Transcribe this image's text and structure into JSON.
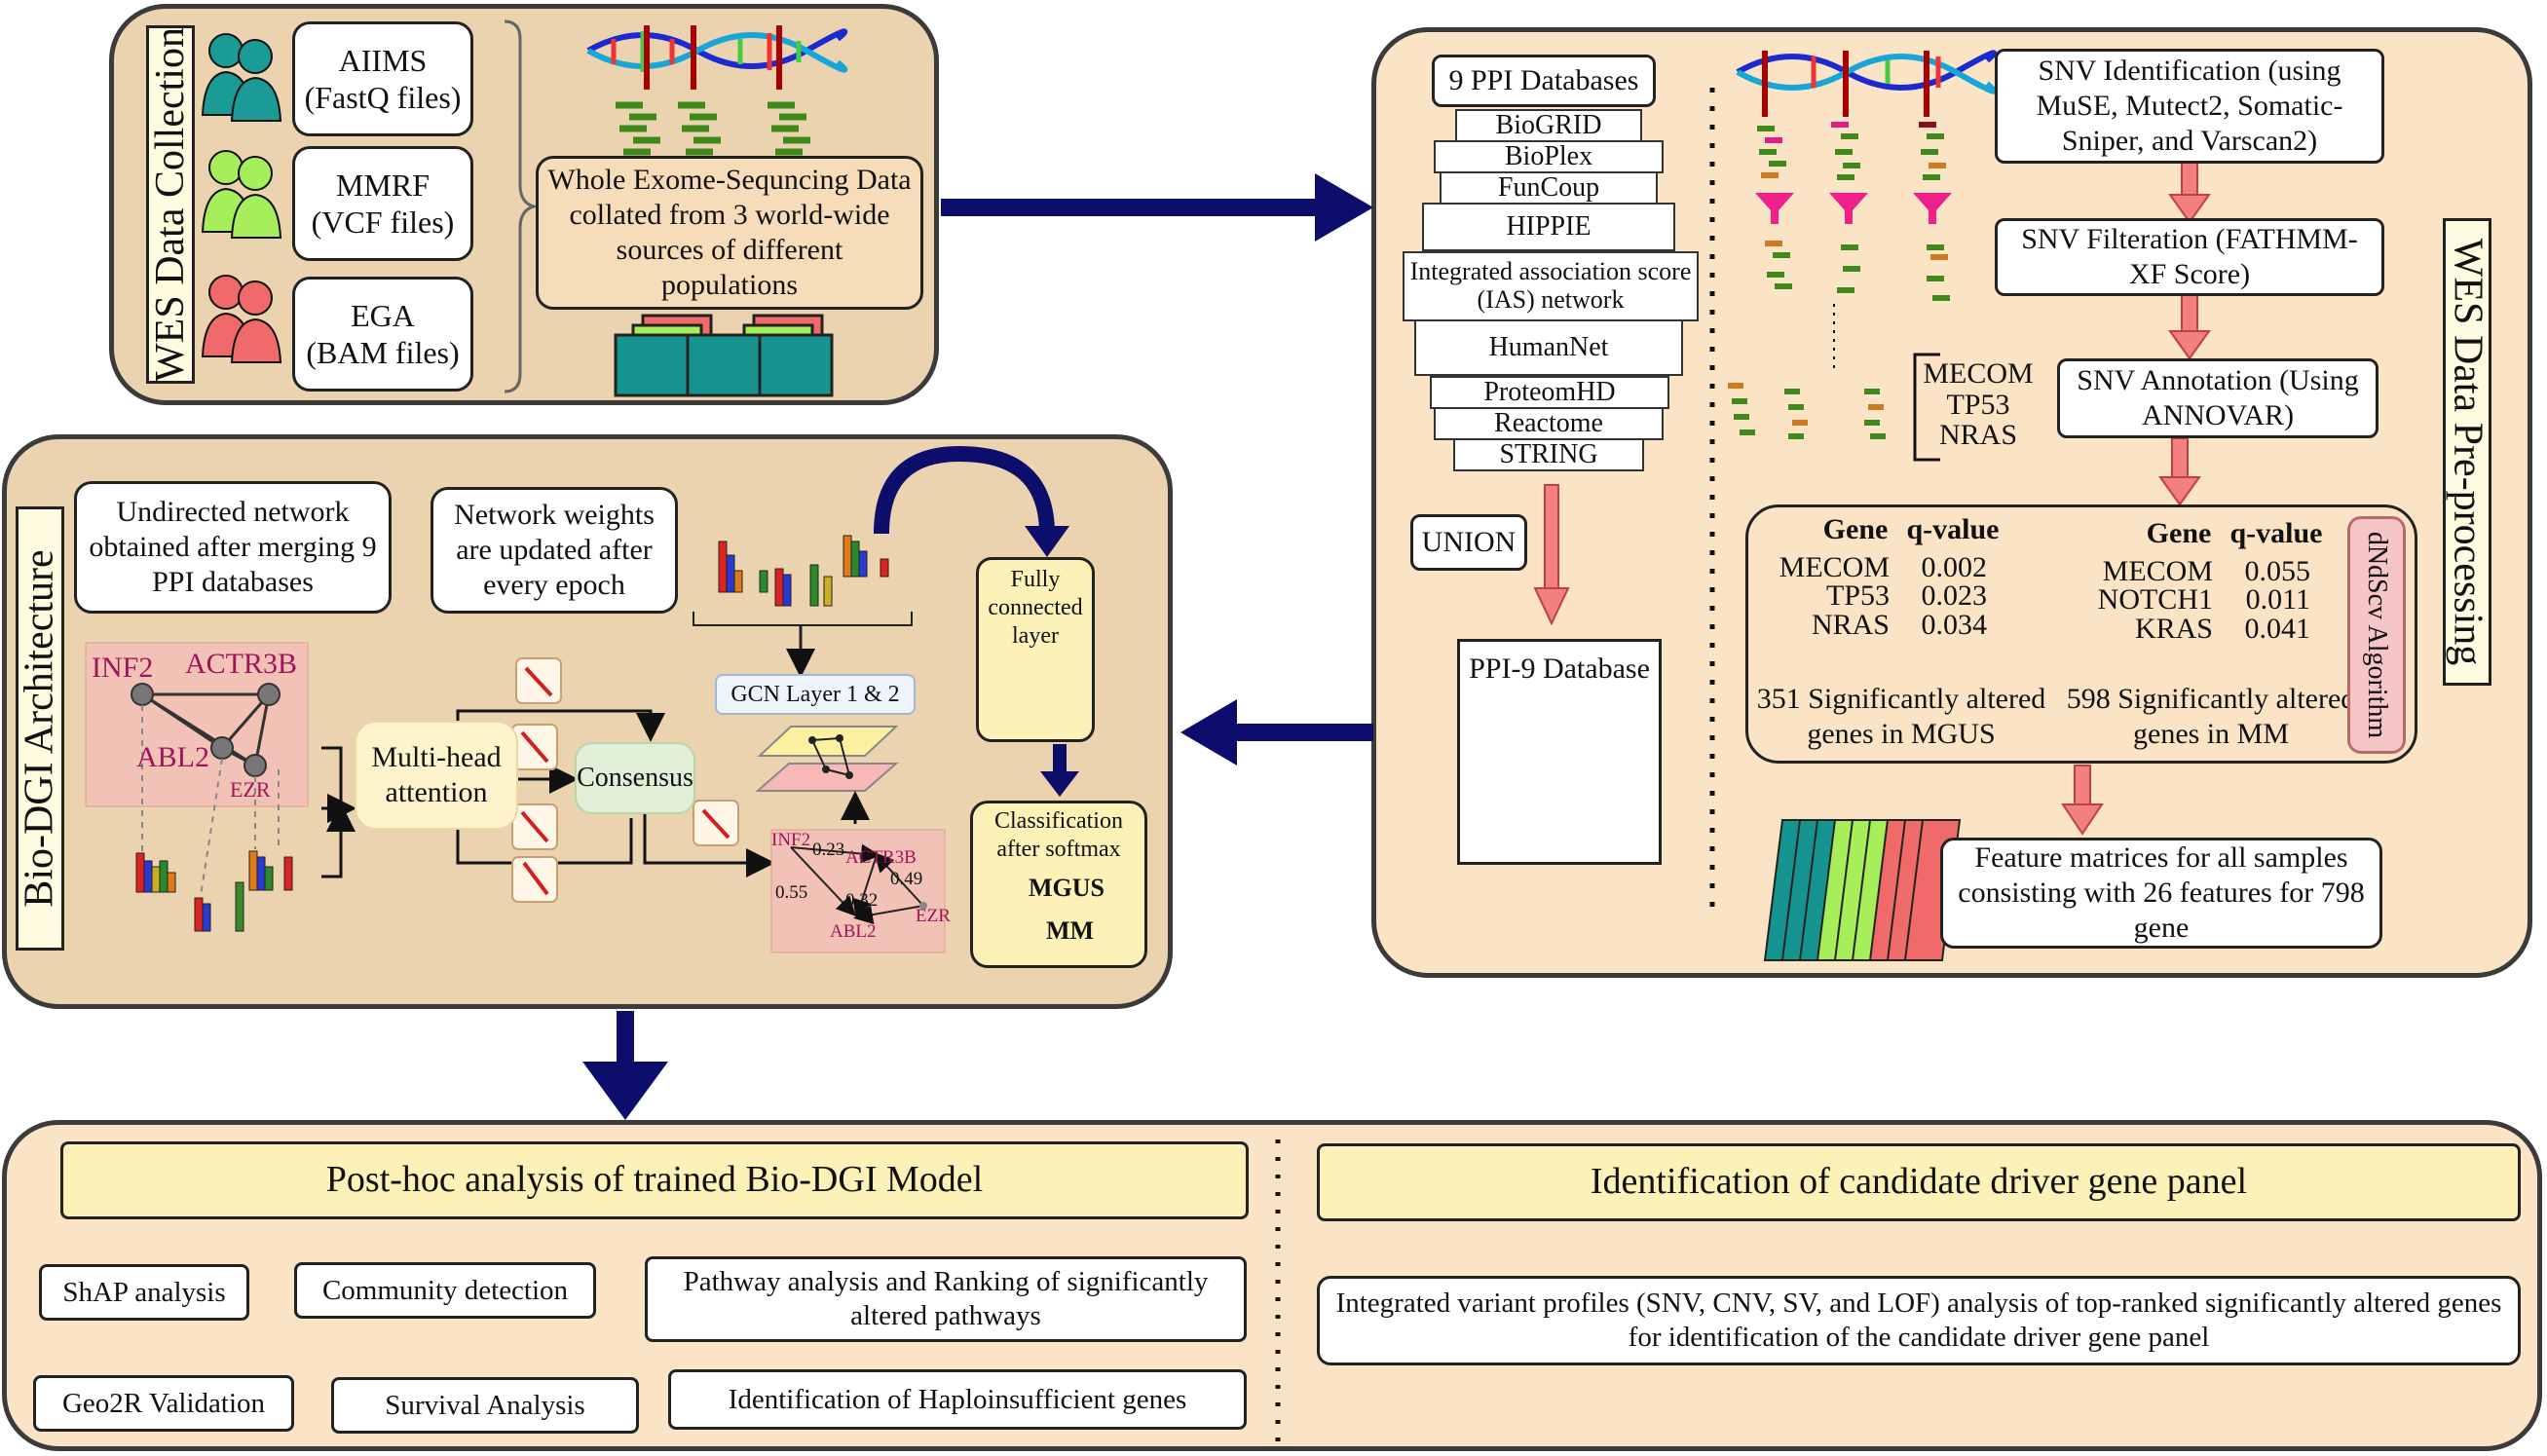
{
  "collection": {
    "label": "WES Data Collection",
    "sources": [
      {
        "name": "AIIMS",
        "format": "(FastQ files)",
        "color": "#1a9b96"
      },
      {
        "name": "MMRF",
        "format": "(VCF files)",
        "color": "#a6ee5a"
      },
      {
        "name": "EGA",
        "format": "(BAM files)",
        "color": "#f06a6a"
      }
    ],
    "summary": "Whole Exome-Sequncing Data collated from 3 world-wide sources of different populations"
  },
  "preprocessing": {
    "label": "WES Data Pre-processing",
    "ppi_header": "9 PPI Databases",
    "ppi_list": [
      "BioGRID",
      "BioPlex",
      "FunCoup",
      "HIPPIE",
      "Integrated association score (IAS) network",
      "HumanNet",
      "ProteomHD",
      "Reactome",
      "STRING"
    ],
    "union": "UNION",
    "ppi9": "PPI-9 Database",
    "gene_stack": [
      "MECOM",
      "TP53",
      "NRAS"
    ],
    "steps": [
      "SNV Identification (using MuSE, Mutect2, Somatic-Sniper, and Varscan2)",
      "SNV Filteration (FATHMM-XF Score)",
      "SNV Annotation (Using ANNOVAR)"
    ],
    "mgus": {
      "col_gene": "Gene",
      "col_q": "q-value",
      "rows": [
        [
          "MECOM",
          "0.002"
        ],
        [
          "TP53",
          "0.023"
        ],
        [
          "NRAS",
          "0.034"
        ]
      ],
      "summary": "351 Significantly altered genes in MGUS"
    },
    "mm": {
      "col_gene": "Gene",
      "col_q": "q-value",
      "rows": [
        [
          "MECOM",
          "0.055"
        ],
        [
          "NOTCH1",
          "0.011"
        ],
        [
          "KRAS",
          "0.041"
        ]
      ],
      "summary": "598 Significantly altered genes in MM"
    },
    "algorithm": "dNdScv Algorithm",
    "feature_matrix": "Feature matrices for all samples consisting with 26 features for 798 gene"
  },
  "architecture": {
    "label": "Bio-DGI Architecture",
    "undirected": "Undirected network obtained after merging 9 PPI databases",
    "weights": "Network weights are updated after every epoch",
    "graph_nodes": [
      "INF2",
      "ACTR3B",
      "ABL2",
      "EZR"
    ],
    "multihead": "Multi-head attention",
    "consensus": "Consensus",
    "gcn": "GCN Layer 1 & 2",
    "fc": "Fully connected layer",
    "weighted_graph": {
      "nodes": [
        "INF2",
        "ACTR3B",
        "ABL2",
        "EZR"
      ],
      "weights": [
        "0.23",
        "0.55",
        "0.32",
        "0.49"
      ]
    },
    "classification": "Classification after softmax",
    "classes": [
      "MGUS",
      "MM"
    ],
    "class_colors": [
      "#22a02a",
      "#a01818"
    ]
  },
  "posthoc": {
    "title": "Post-hoc analysis of trained Bio-DGI Model",
    "items": [
      "ShAP analysis",
      "Community detection",
      "Pathway analysis and Ranking of significantly altered pathways",
      "Geo2R Validation",
      "Survival Analysis",
      "Identification of Haploinsufficient genes"
    ]
  },
  "driver": {
    "title": "Identification of candidate driver gene panel",
    "text": "Integrated variant profiles (SNV, CNV, SV, and LOF) analysis of top-ranked significantly altered genes for identification of the candidate driver gene panel"
  },
  "colors": {
    "panel": "#ecd3b0",
    "panel_light": "#fbe3c5",
    "arrow_navy": "#0d0d6b",
    "arrow_pink": "#f28080",
    "teal": "#1a9b96",
    "green": "#a6ee5a",
    "red": "#f06a6a",
    "magenta": "#a0145a"
  }
}
